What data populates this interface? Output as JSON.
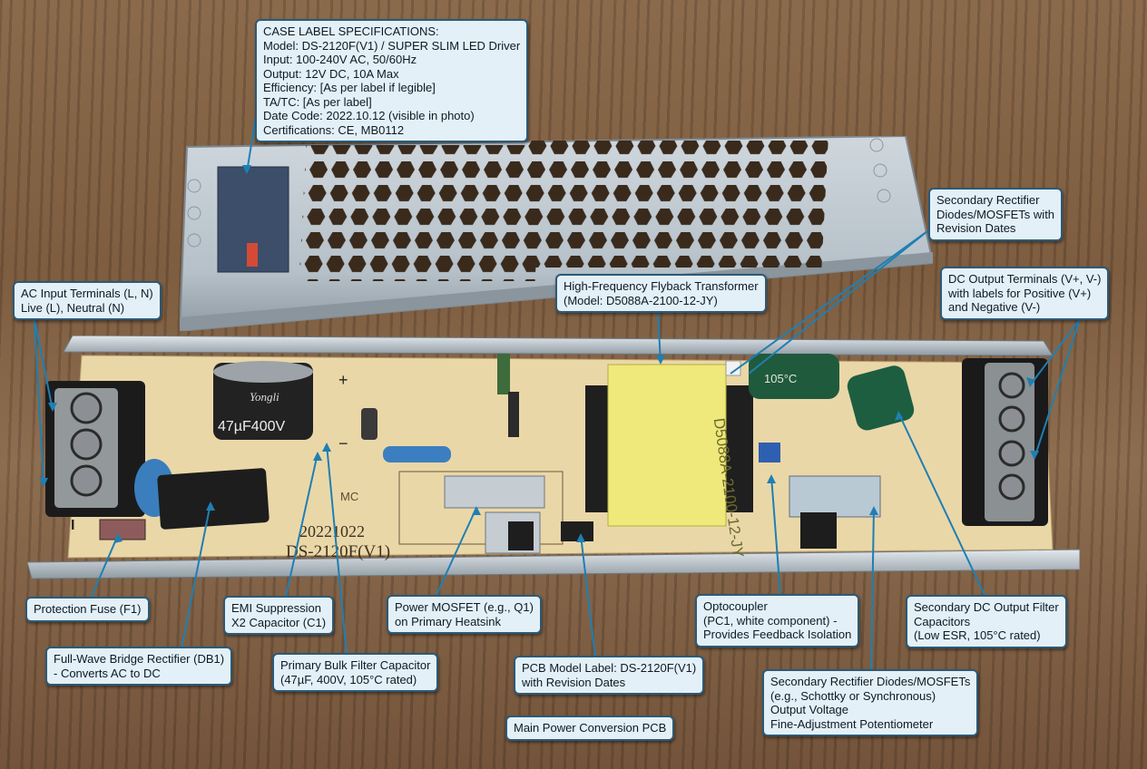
{
  "case_label": {
    "lines": [
      "CASE LABEL SPECIFICATIONS:",
      "Model: DS-2120F(V1) / SUPER SLIM LED Driver",
      "Input: 100-240V AC, 50/60Hz",
      "Output: 12V DC, 10A Max",
      "Efficiency: [As per label if legible]",
      "TA/TC: [As per label]",
      "Date Code: 2022.10.12 (visible in photo)",
      "Certifications: CE, MB0112"
    ]
  },
  "callouts": {
    "ac_input": [
      "AC Input Terminals (L, N)",
      "Live (L), Neutral (N)"
    ],
    "sec_rect_top": [
      "Secondary Rectifier",
      "Diodes/MOSFETs with",
      "Revision Dates"
    ],
    "transformer": [
      "High-Frequency Flyback Transformer",
      "(Model: D5088A-2100-12-JY)"
    ],
    "dc_output": [
      "DC Output Terminals (V+, V-)",
      "with labels for Positive (V+)",
      "and Negative (V-)"
    ],
    "fuse": [
      "Protection Fuse (F1)"
    ],
    "emi": [
      "EMI Suppression",
      "X2 Capacitor (C1)"
    ],
    "mosfet": [
      "Power MOSFET (e.g., Q1)",
      "on Primary Heatsink"
    ],
    "optocoupler": [
      "Optocoupler",
      "(PC1, white component) -",
      "Provides Feedback Isolation"
    ],
    "sec_filter": [
      "Secondary DC Output Filter",
      "Capacitors",
      "(Low ESR, 105°C rated)"
    ],
    "bridge": [
      "Full-Wave Bridge Rectifier (DB1)",
      "- Converts AC to DC"
    ],
    "bulk_cap": [
      "Primary Bulk Filter Capacitor",
      "(47µF, 400V, 105°C rated)"
    ],
    "pcb_model": [
      "PCB Model Label: DS-2120F(V1)",
      "with Revision Dates"
    ],
    "sec_rect_bottom": [
      "Secondary Rectifier Diodes/MOSFETs",
      "(e.g., Schottky or Synchronous)",
      "Output Voltage",
      "Fine-Adjustment Potentiometer"
    ],
    "main_pcb": [
      "Main Power Conversion PCB"
    ]
  },
  "board_markings": {
    "pcb_date": "20221022",
    "pcb_model": "DS-2120F(V1)",
    "mc": "MC",
    "bulk_cap_text": "47µF400V",
    "bulk_cap_brand": "Yongli",
    "transformer_text": "D5088A-2100-12-JY",
    "cap_temp": "105°C",
    "plus": "+",
    "minus": "−",
    "fuse_mark": "I"
  },
  "colors": {
    "callout_bg": "#e3f0f7",
    "callout_border": "#2c5a78",
    "leader": "#1f7fb3",
    "pcb": "#ead7a8",
    "aluminum": "#b9c4cc"
  }
}
